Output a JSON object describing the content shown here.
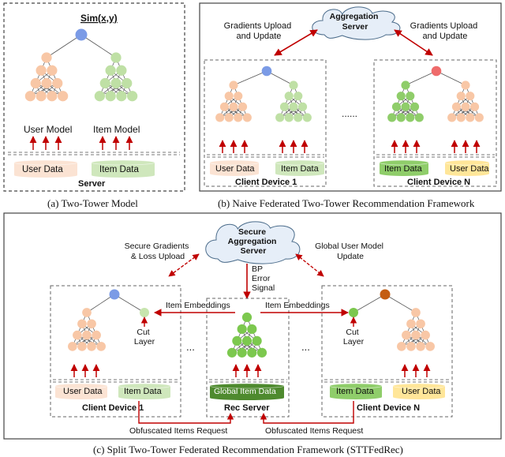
{
  "panel_a": {
    "sim_label": "Sim(x,y)",
    "user_model": "User Model",
    "item_model": "Item Model",
    "user_data": "User Data",
    "item_data": "Item Data",
    "server": "Server",
    "caption": "(a) Two-Tower Model"
  },
  "panel_b": {
    "aggregation_server": [
      "Aggregation",
      "Server"
    ],
    "left_arrow_label": [
      "Gradients Upload",
      "and Update"
    ],
    "right_arrow_label": [
      "Gradients Upload",
      "and Update"
    ],
    "ellipsis": "......",
    "client1": {
      "data_left": "User Data",
      "data_right": "Item Data",
      "name": "Client Device 1"
    },
    "clientN": {
      "data_left": "Item Data",
      "data_right": "User Data",
      "name": "Client Device N"
    },
    "caption": "(b) Naive Federated Two-Tower Recommendation Framework"
  },
  "panel_c": {
    "aggregation_server": [
      "Secure",
      "Aggregation",
      "Server"
    ],
    "left_arrow_label": [
      "Secure Gradients",
      "& Loss Upload"
    ],
    "right_arrow_label": [
      "Global User Model",
      "Update"
    ],
    "bp_label": [
      "BP",
      "Error",
      "Signal"
    ],
    "item_embeddings_left": "Item Embeddings",
    "item_embeddings_right": "Item Embeddings",
    "cut_layer_left": [
      "Cut",
      "Layer"
    ],
    "cut_layer_right": [
      "Cut",
      "Layer"
    ],
    "ellipsis_left": "...",
    "ellipsis_right": "...",
    "client1": {
      "data_left": "User Data",
      "data_right": "Item Data",
      "name": "Client Device 1"
    },
    "rec_server": {
      "data": "Global Item Data",
      "name": "Rec Server"
    },
    "clientN": {
      "data_left": "Item Data",
      "data_right": "User Data",
      "name": "Client Device N"
    },
    "request_left": "Obfuscated Items Request",
    "request_right": "Obfuscated Items Request",
    "caption": "(c) Split Two-Tower Federated Recommendation Framework (STTFedRec)"
  },
  "colors": {
    "user_tower": "#f8c7a6",
    "item_tower": "#bfe0a5",
    "item_tower_dark": "#8fcd6a",
    "rec_tower": "#7cc84e",
    "top_blue": "#7b9be6",
    "top_red": "#ef6b6b",
    "top_brown": "#c45d12",
    "cut_node": "#c7e5ae",
    "arrow": "#c00000",
    "user_cyl": "#fbe3d3",
    "item_cyl": "#cfe7bc",
    "item_cyl_dark": "#8fcd6a",
    "user_cyl_yellow": "#ffe699",
    "global_item_cyl": "#4e8a2e"
  }
}
